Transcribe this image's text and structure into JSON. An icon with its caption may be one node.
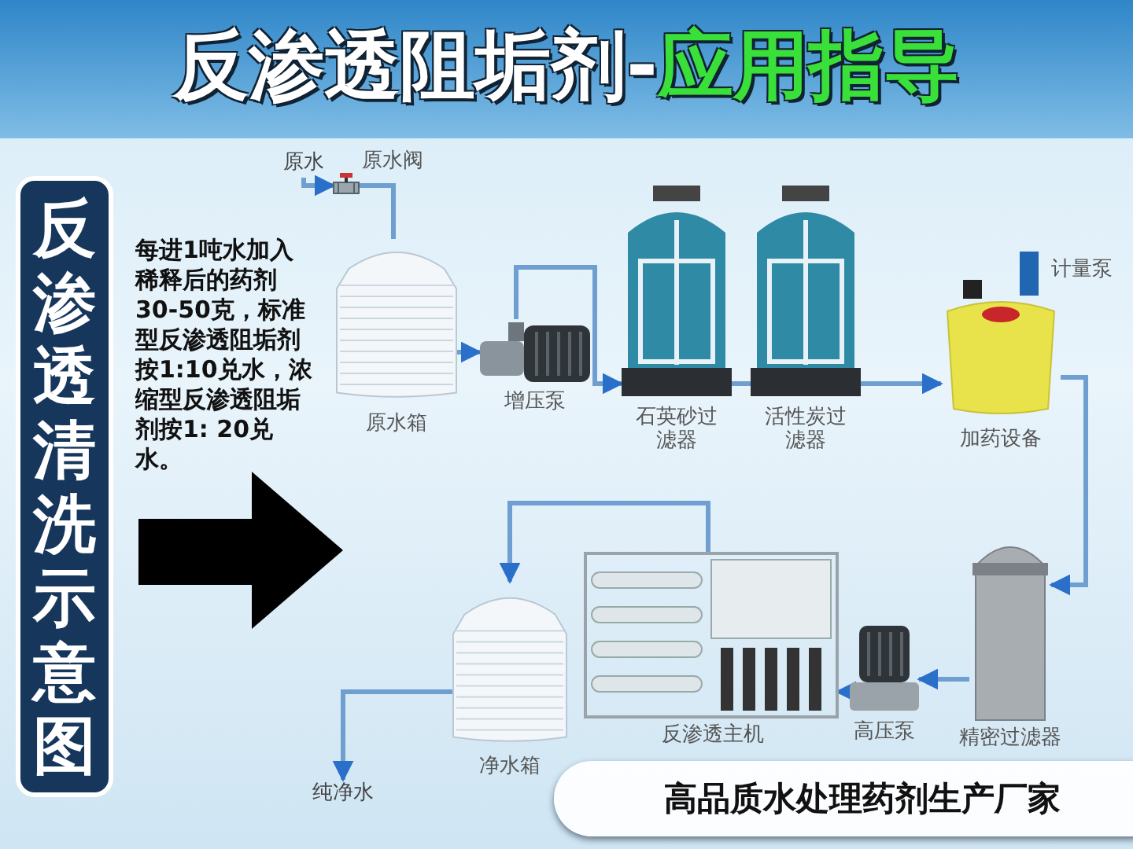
{
  "diagram": {
    "title": "反渗透阻垢剂-应用指导",
    "nodes": [
      {
        "text": [
          "反渗透清洗示意图"
        ]
      },
      {
        "text": [
          "原水"
        ]
      },
      {
        "text": [],
        "shape": "picture",
        "beside": [
          "原水阀"
        ]
      },
      {
        "text": [],
        "shape": "picture",
        "beside": [
          "原水箱"
        ]
      },
      {
        "text": [],
        "shape": "picture",
        "beside": [
          "增压泵"
        ]
      },
      {
        "text": [],
        "shape": "picture",
        "beside": [
          "石英砂过滤器"
        ]
      },
      {
        "text": [],
        "shape": "picture",
        "beside": [
          "活性炭过滤器"
        ]
      },
      {
        "text": [],
        "shape": "picture",
        "beside": [
          "加药设备",
          "计量泵"
        ]
      },
      {
        "text": [],
        "shape": "picture",
        "beside": [
          "精密过滤器"
        ]
      },
      {
        "text": [],
        "shape": "picture",
        "beside": [
          "高压泵"
        ]
      },
      {
        "text": [],
        "shape": "picture",
        "beside": [
          "反渗透主机"
        ]
      },
      {
        "text": [],
        "shape": "picture",
        "beside": [
          "净水箱"
        ]
      },
      {
        "text": [
          "纯净水"
        ]
      }
    ],
    "edges": [
      {
        "from": 1,
        "to": 2,
        "arrow": "to"
      },
      {
        "from": 2,
        "to": 3,
        "arrow": "none"
      },
      {
        "from": 3,
        "to": 4,
        "arrow": "to"
      },
      {
        "from": 4,
        "to": 5,
        "arrow": "to"
      },
      {
        "from": 5,
        "to": 6,
        "arrow": "none"
      },
      {
        "from": 6,
        "to": 7,
        "arrow": "to"
      },
      {
        "from": 7,
        "to": 8,
        "arrow": "to"
      },
      {
        "from": 8,
        "to": 9,
        "arrow": "to"
      },
      {
        "from": 9,
        "to": 10,
        "arrow": "to"
      },
      {
        "from": 10,
        "to": 11,
        "arrow": "to"
      },
      {
        "from": 11,
        "to": 12,
        "arrow": "to"
      }
    ],
    "labels": [
      "每进1吨水加入稀释后的药剂30-50克，标准型反渗透阻垢剂按1:10兑水，浓缩型反渗透阻垢剂按1: 20兑水。",
      "高品质水处理药剂生产厂家"
    ]
  }
}
